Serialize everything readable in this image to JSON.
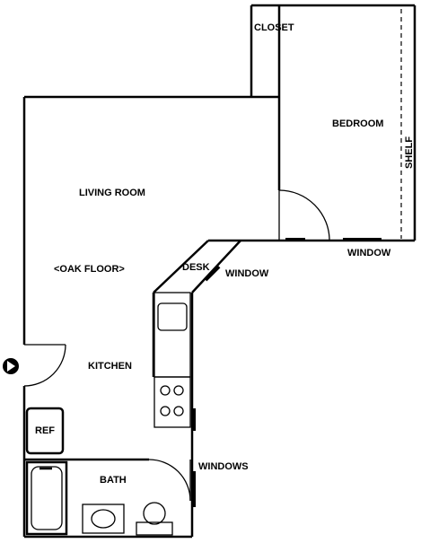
{
  "labels": {
    "closet": "CLOSET",
    "bedroom": "BEDROOM",
    "shelf": "SHELF",
    "living_room": "LIVING ROOM",
    "oak_floor": "<OAK FLOOR>",
    "desk": "DESK",
    "window_desk": "WINDOW",
    "window_bedroom": "WINDOW",
    "kitchen": "KITCHEN",
    "ref": "REF",
    "bath": "BATH",
    "windows": "WINDOWS"
  },
  "icons": {
    "entry": "entry-arrow-icon"
  }
}
